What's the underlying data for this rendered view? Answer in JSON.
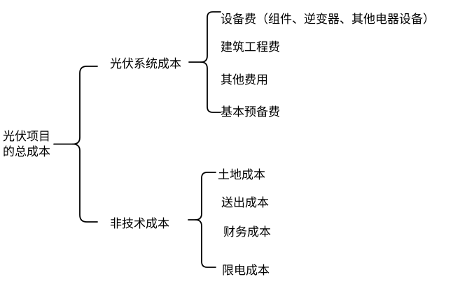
{
  "diagram": {
    "type": "brace-tree",
    "background_color": "#ffffff",
    "line_color": "#000000",
    "text_color": "#000000",
    "root": {
      "label": "光伏项目的总成本"
    },
    "branches": [
      {
        "label": "光伏系统成本",
        "children": [
          {
            "label": "设备费（组件、逆变器、其他电器设备）"
          },
          {
            "label": "建筑工程费"
          },
          {
            "label": "其他费用"
          },
          {
            "label": "基本预备费"
          }
        ]
      },
      {
        "label": "非技术成本",
        "children": [
          {
            "label": "土地成本"
          },
          {
            "label": "送出成本"
          },
          {
            "label": "财务成本"
          },
          {
            "label": "限电成本"
          }
        ]
      }
    ]
  }
}
